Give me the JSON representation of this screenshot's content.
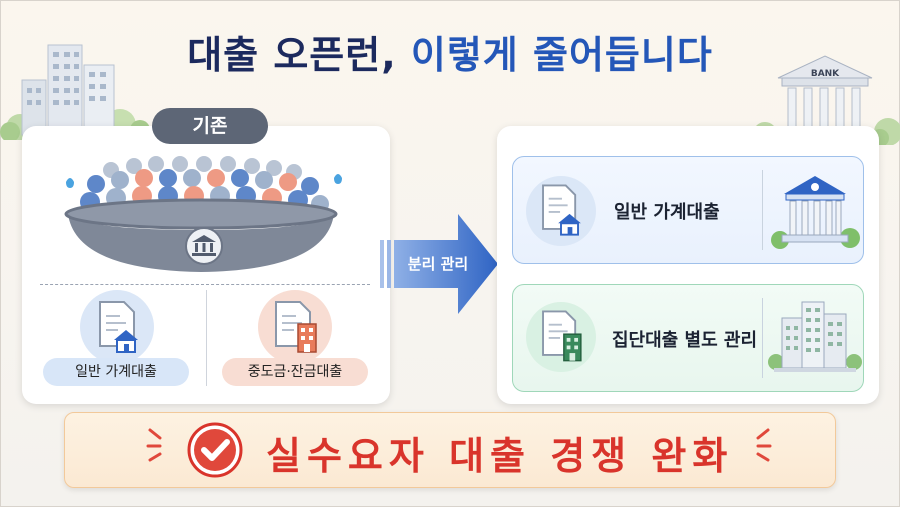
{
  "title": {
    "part1": "대출 오픈런,",
    "part2": "이렇게 줄어듭니다"
  },
  "existing": {
    "badge": "기존",
    "items": [
      {
        "label": "일반 가계대출"
      },
      {
        "label": "중도금·잔금대출"
      }
    ]
  },
  "arrow": {
    "label": "분리 관리"
  },
  "after": {
    "cards": [
      {
        "label": "일반 가계대출"
      },
      {
        "label": "집단대출 별도 관리"
      }
    ]
  },
  "bank_sign": "BANK",
  "banner": {
    "text": "실수요자 대출 경쟁 완화"
  },
  "colors": {
    "title_dark": "#1c2a5e",
    "title_blue": "#2457b8",
    "banner_red": "#d9342b",
    "arrow_blue": "#2f64c4"
  }
}
